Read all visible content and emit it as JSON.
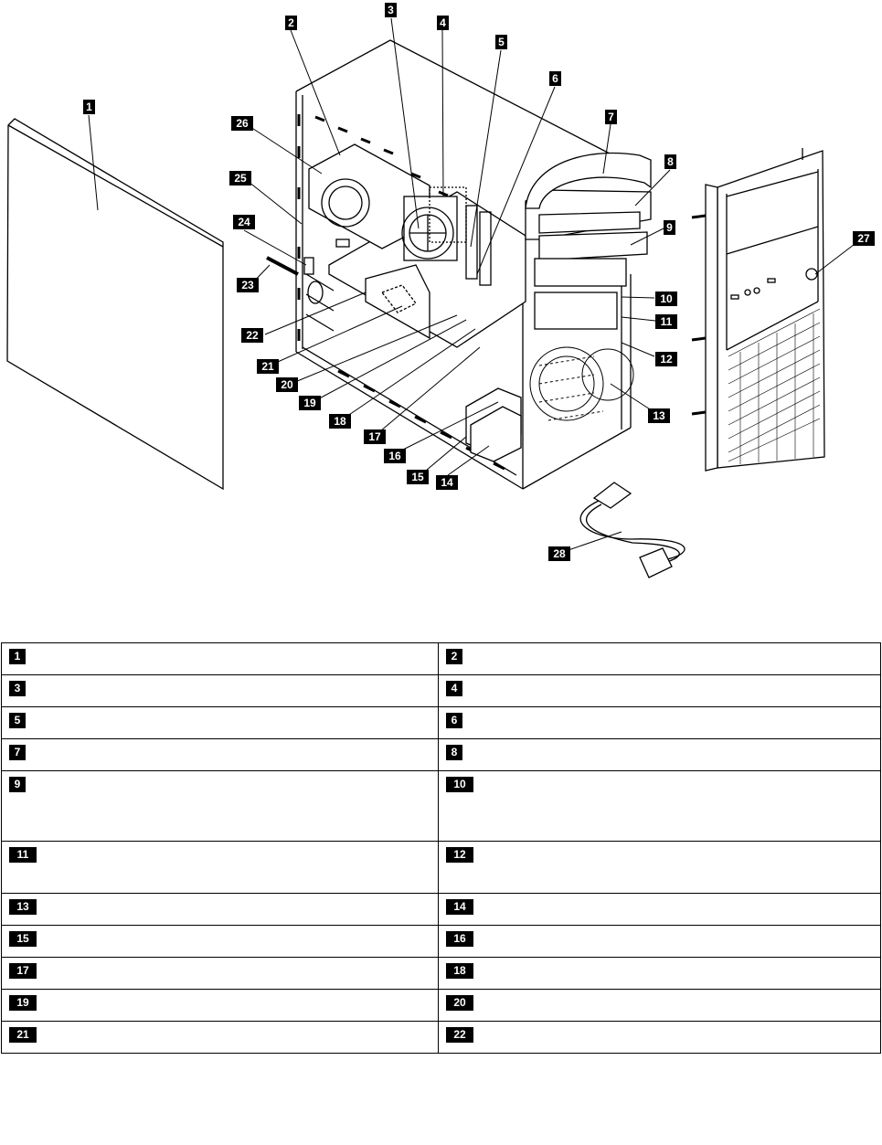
{
  "figure": {
    "callouts": [
      "1",
      "2",
      "3",
      "4",
      "5",
      "6",
      "7",
      "8",
      "9",
      "10",
      "11",
      "12",
      "13",
      "14",
      "15",
      "16",
      "17",
      "18",
      "19",
      "20",
      "21",
      "22",
      "23",
      "24",
      "25",
      "26",
      "27",
      "28"
    ]
  },
  "table": {
    "rows": [
      {
        "left": {
          "badge": "1",
          "text": ""
        },
        "right": {
          "badge": "2",
          "text": ""
        }
      },
      {
        "left": {
          "badge": "3",
          "text": ""
        },
        "right": {
          "badge": "4",
          "text": ""
        }
      },
      {
        "left": {
          "badge": "5",
          "text": ""
        },
        "right": {
          "badge": "6",
          "text": ""
        }
      },
      {
        "left": {
          "badge": "7",
          "text": ""
        },
        "right": {
          "badge": "8",
          "text": ""
        }
      },
      {
        "left": {
          "badge": "9",
          "text": ""
        },
        "right": {
          "badge": "10",
          "text": ""
        }
      },
      {
        "left": {
          "badge": "11",
          "text": ""
        },
        "right": {
          "badge": "12",
          "text": ""
        }
      },
      {
        "left": {
          "badge": "13",
          "text": ""
        },
        "right": {
          "badge": "14",
          "text": ""
        }
      },
      {
        "left": {
          "badge": "15",
          "text": ""
        },
        "right": {
          "badge": "16",
          "text": ""
        }
      },
      {
        "left": {
          "badge": "17",
          "text": ""
        },
        "right": {
          "badge": "18",
          "text": ""
        }
      },
      {
        "left": {
          "badge": "19",
          "text": ""
        },
        "right": {
          "badge": "20",
          "text": ""
        }
      },
      {
        "left": {
          "badge": "21",
          "text": ""
        },
        "right": {
          "badge": "22",
          "text": ""
        }
      }
    ]
  }
}
